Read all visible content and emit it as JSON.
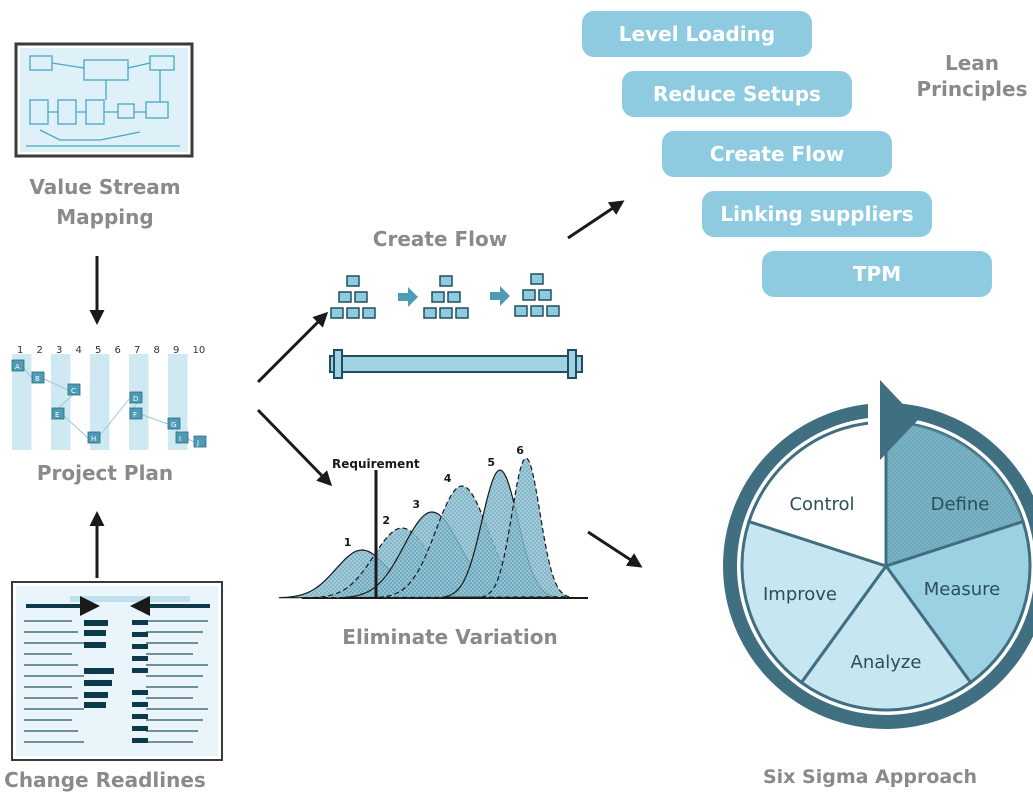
{
  "labels": {
    "value_stream": "Value Stream\nMapping",
    "project_plan": "Project Plan",
    "change_readlines": "Change Readlines",
    "create_flow": "Create Flow",
    "eliminate_variation": "Eliminate Variation",
    "lean_principles": "Lean\nPrinciples",
    "six_sigma": "Six Sigma Approach"
  },
  "lean_items": [
    "Level Loading",
    "Reduce Setups",
    "Create Flow",
    "Linking suppliers",
    "TPM"
  ],
  "project_plan": {
    "columns": [
      "1",
      "2",
      "3",
      "4",
      "5",
      "6",
      "7",
      "8",
      "9",
      "10"
    ],
    "tasks": [
      "A",
      "B",
      "C",
      "E",
      "H",
      "D",
      "F",
      "G",
      "I",
      "J"
    ]
  },
  "variation": {
    "requirement": "Requirement",
    "curve_labels": [
      "1",
      "2",
      "3",
      "4",
      "5",
      "6"
    ]
  },
  "six_sigma_phases": {
    "define": "Define",
    "measure": "Measure",
    "analyze": "Analyze",
    "improve": "Improve",
    "control": "Control"
  },
  "colors": {
    "pill": "#8fcbe0",
    "label": "#8a8a8a",
    "ring": "#3f6f80",
    "dark": "#1a1a1a"
  }
}
